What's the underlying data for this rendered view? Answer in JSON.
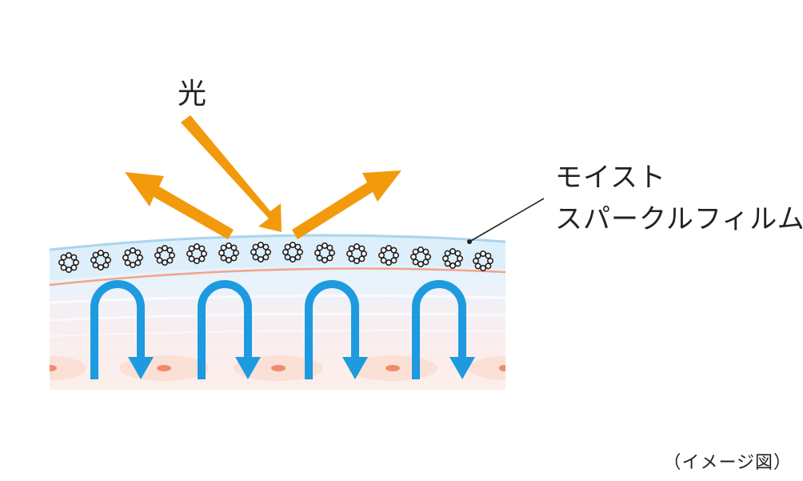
{
  "diagram": {
    "light_label": "光",
    "film_label_line1": "モイスト",
    "film_label_line2": "スパークルフィルム",
    "caption": "（イメージ図）"
  },
  "colors": {
    "light_arrow": "#F29A0B",
    "moisture_arrow": "#1E9AE0",
    "film_edge": "#A9D4EE",
    "film_fill": "#DDEFFA",
    "skin_line": "#F2A48A",
    "skin_fill": "#FDEEEA",
    "cell_dot": "#F08A6E"
  },
  "icons": {
    "particle": "bubble-ring-particle"
  }
}
